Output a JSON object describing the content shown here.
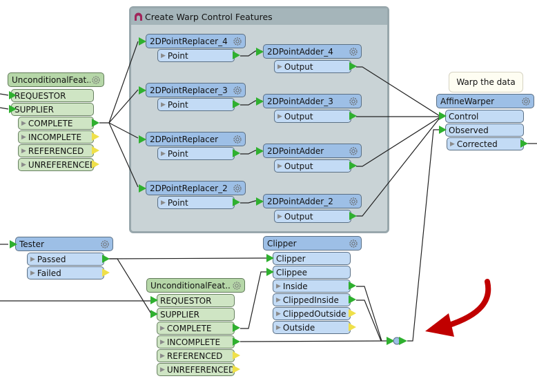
{
  "bookmark": {
    "title": "Create Warp Control Features",
    "icon": "bookmark-icon",
    "color": "#c9d3d6"
  },
  "annotation": {
    "text": "Warp the data"
  },
  "transformers": {
    "uf1": {
      "name": "UnconditionalFeat...",
      "inputs": [
        "REQUESTOR",
        "SUPPLIER"
      ],
      "outputs": [
        "COMPLETE",
        "INCOMPLETE",
        "REFERENCED",
        "UNREFERENCED"
      ]
    },
    "rep4": {
      "name": "2DPointReplacer_4",
      "outputs": [
        "Point"
      ]
    },
    "rep3": {
      "name": "2DPointReplacer_3",
      "outputs": [
        "Point"
      ]
    },
    "rep1": {
      "name": "2DPointReplacer",
      "outputs": [
        "Point"
      ]
    },
    "rep2": {
      "name": "2DPointReplacer_2",
      "outputs": [
        "Point"
      ]
    },
    "add4": {
      "name": "2DPointAdder_4",
      "outputs": [
        "Output"
      ]
    },
    "add3": {
      "name": "2DPointAdder_3",
      "outputs": [
        "Output"
      ]
    },
    "add1": {
      "name": "2DPointAdder",
      "outputs": [
        "Output"
      ]
    },
    "add2": {
      "name": "2DPointAdder_2",
      "outputs": [
        "Output"
      ]
    },
    "warper": {
      "name": "AffineWarper",
      "inputs": [
        "Control",
        "Observed"
      ],
      "outputs": [
        "Corrected"
      ]
    },
    "tester": {
      "name": "Tester",
      "outputs": [
        "Passed",
        "Failed"
      ]
    },
    "clipper": {
      "name": "Clipper",
      "inputs": [
        "Clipper",
        "Clippee"
      ],
      "outputs": [
        "Inside",
        "ClippedInside",
        "ClippedOutside",
        "Outside"
      ]
    },
    "uf2": {
      "name": "UnconditionalFeat...",
      "inputs": [
        "REQUESTOR",
        "SUPPLIER"
      ],
      "outputs": [
        "COMPLETE",
        "INCOMPLETE",
        "REFERENCED",
        "UNREFERENCED"
      ]
    }
  },
  "colors": {
    "transformer_blue": "#9dbfe6",
    "port_blue": "#c3dbf5",
    "transformer_green": "#b6d7a8",
    "port_green": "#cfe5c4",
    "connected_port": "#2fb02f",
    "unconnected_port": "#efe04a",
    "callout_arrow": "#c00000"
  }
}
